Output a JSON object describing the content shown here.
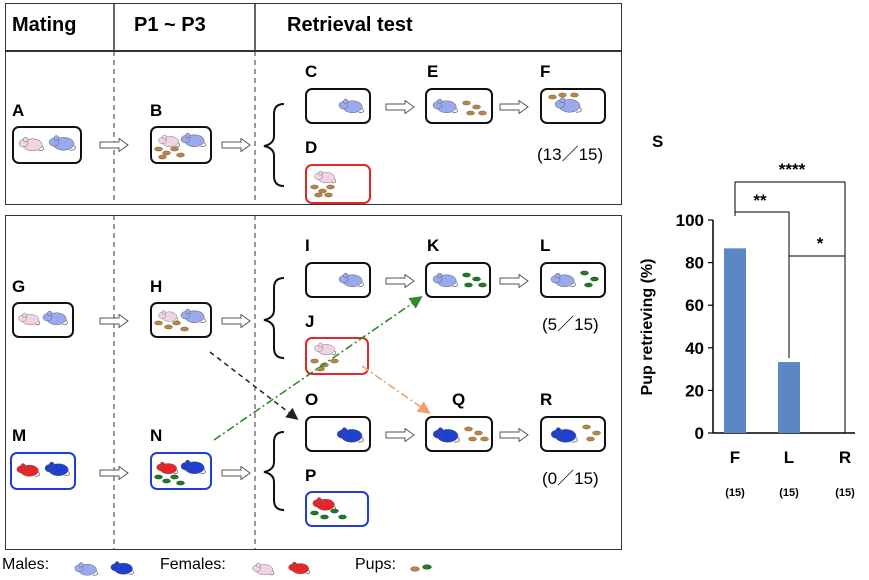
{
  "headers": {
    "mating": "Mating",
    "p1p3": "P1 ~ P3",
    "retrieval": "Retrieval test"
  },
  "panels": {
    "A": "A",
    "B": "B",
    "C": "C",
    "D": "D",
    "E": "E",
    "F": "F",
    "G": "G",
    "H": "H",
    "I": "I",
    "J": "J",
    "K": "K",
    "L": "L",
    "M": "M",
    "N": "N",
    "O": "O",
    "P": "P",
    "Q": "Q",
    "R": "R",
    "S": "S"
  },
  "ratios": {
    "F": "(13／15)",
    "L": "(5／15)",
    "R": "(0／15)"
  },
  "legend": {
    "males": "Males:",
    "females": "Females:",
    "pups": "Pups:"
  },
  "colors": {
    "male_light": "#9aa9ee",
    "male_dark": "#1f3fd0",
    "female_light": "#f2d3e4",
    "female_dark": "#e8262a",
    "pup_brown": "#b5874a",
    "pup_green": "#1f7a2a",
    "bar": "#5b87c5",
    "arrow_green": "#2f8a2f",
    "arrow_orange": "#f0a070"
  },
  "chart_data": {
    "type": "bar",
    "categories": [
      "F",
      "L",
      "R"
    ],
    "values": [
      86.7,
      33.3,
      0
    ],
    "n_labels": [
      "(15)",
      "(15)",
      "(15)"
    ],
    "ylabel": "Pup retrieving  (%)",
    "ylim": [
      0,
      100
    ],
    "yticks": [
      "0",
      "20",
      "40",
      "60",
      "80",
      "100"
    ],
    "significance": [
      "****",
      "**",
      "*"
    ]
  }
}
